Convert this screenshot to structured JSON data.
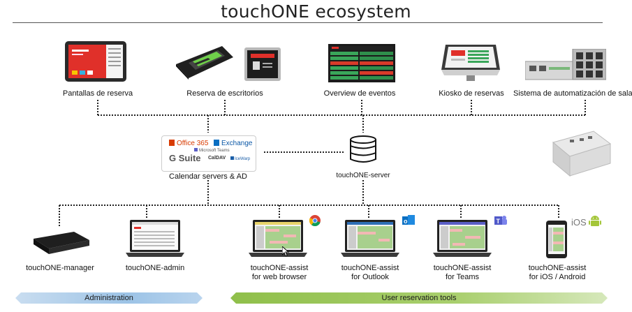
{
  "title": "touchONE ecosystem",
  "devices": [
    {
      "label": "Pantallas de reserva"
    },
    {
      "label": "Reserva de escritorios"
    },
    {
      "label": "Overview de eventos"
    },
    {
      "label": "Kiosko de reservas"
    },
    {
      "label": "Sistema de automatización de sala"
    }
  ],
  "calendar": {
    "label": "Calendar servers & AD",
    "logos": {
      "office365": "Office 365",
      "exchange": "Exchange",
      "teams": "Microsoft Teams",
      "gsuite": "G Suite",
      "caldav": "CalDAV",
      "icewarp": "IceWarp"
    }
  },
  "server": {
    "label": "touchONE-server"
  },
  "clients": [
    {
      "line1": "touchONE-manager",
      "line2": ""
    },
    {
      "line1": "touchONE-admin",
      "line2": ""
    },
    {
      "line1": "touchONE-assist",
      "line2": "for web browser"
    },
    {
      "line1": "touchONE-assist",
      "line2": "for Outlook"
    },
    {
      "line1": "touchONE-assist",
      "line2": "for Teams"
    },
    {
      "line1": "touchONE-assist",
      "line2": "for iOS / Android"
    }
  ],
  "platform_text": "iOS",
  "bars": {
    "administration": "Administration",
    "user_tools": "User reservation tools"
  },
  "colors": {
    "admin_bar": "#9cc3e6",
    "user_bar": "#a9cf6e",
    "screen_red": "#e0302a",
    "screen_green": "#3aa65a"
  }
}
